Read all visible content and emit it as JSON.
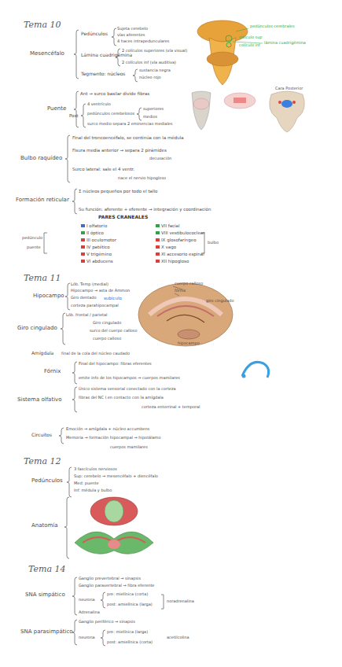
{
  "diagram": {
    "labels": [
      "Tema 10",
      "Mesencéfalo",
      "Pedúnculos",
      "Sujeta cerebelo",
      "vías aferentes",
      "4 haces intrapedunculares",
      "Lámina cuadrigémina",
      "2 colículos superiores (vía visual)",
      "2 colículos inf (vía auditiva)",
      "Tegmento: núcleos",
      "sustancia negra",
      "núcleo rojo",
      "pedúnculos cerebrales",
      "colículo sup",
      "colículo inf",
      "lámina cuadrigémina",
      "Cara Posterior",
      "Puente",
      "Ant → surco basilar divide fibras",
      "Post",
      "4 ventrículo",
      "pedúnculos cerebelosos",
      "superiores",
      "medios",
      "surco medio separa 2 eminencias mediales",
      "Bulbo raquídeo",
      "Final del troncoencéfalo, se continúa con la médula",
      "Fisura media anterior → separa 2 pirámides",
      "decusación",
      "Surco lateral: sale el 4 ventr.",
      "nace el nervio hipogloso",
      "Formación reticular",
      "Σ núcleos pequeños por todo el tallo",
      "Su función: aferente + eferente → integración y coordinación",
      "PARES CRANEALES",
      "I olfatorio",
      "II óptico",
      "III oculomotor",
      "IV patético",
      "V trigémino",
      "VI abducens",
      "VII facial",
      "VIII vestibulococlear",
      "IX glosofaríngeo",
      "X vago",
      "XI accesorio espinal",
      "XII hipogloso",
      "pedúnculo",
      "puente",
      "bulbo",
      "Tema 11",
      "Hipocampo",
      "Lób. Temp (medial)",
      "Hipocampo → asta de Ammon",
      "Giro dentado",
      "subículo",
      "corteza parahipocampal",
      "cuerpo calloso",
      "fórnix",
      "giro cingulado",
      "hipocampo",
      "Giro cingulado",
      "Lób. frontal / parietal",
      "Giro cingulado",
      "surco del cuerpo calloso",
      "cuerpo calloso",
      "Amígdala",
      "final de la cola del núcleo caudado",
      "Fórnix",
      "Final del hipocampo: fibras eferentes",
      "emite info de los hipocampos → cuerpos mamilares",
      "Sistema olfativo",
      "Único sistema sensorial conectado con la corteza",
      "fibras del NC I en contacto con la amígdala",
      "corteza entorrinal + temporal",
      "Circuitos",
      "Emoción → amígdala + núcleo accumbens",
      "Memoria → formación hipocampal → hipotálamo",
      "cuerpos mamilares",
      "Tema 12",
      "Pedúnculos",
      "3 fascículos nerviosos",
      "Sup: cerebelo → mesencéfalo + diencéfalo",
      "Med: puente",
      "Inf: médula y bulbo",
      "Anatomía",
      "Tema 14",
      "SNA simpático",
      "Ganglio prevertebral → sinapsis",
      "Ganglio paravertebral → fibra eferente",
      "neurona",
      "pre: mielínica (corta)",
      "post: amielínica (larga)",
      "noradrenalina",
      "Adrenalina",
      "SNA parasimpático",
      "Ganglio periférico → sinapsis",
      "neurona",
      "pre: mielínica (larga)",
      "post: amielínica (corta)",
      "acetilcolina"
    ]
  }
}
